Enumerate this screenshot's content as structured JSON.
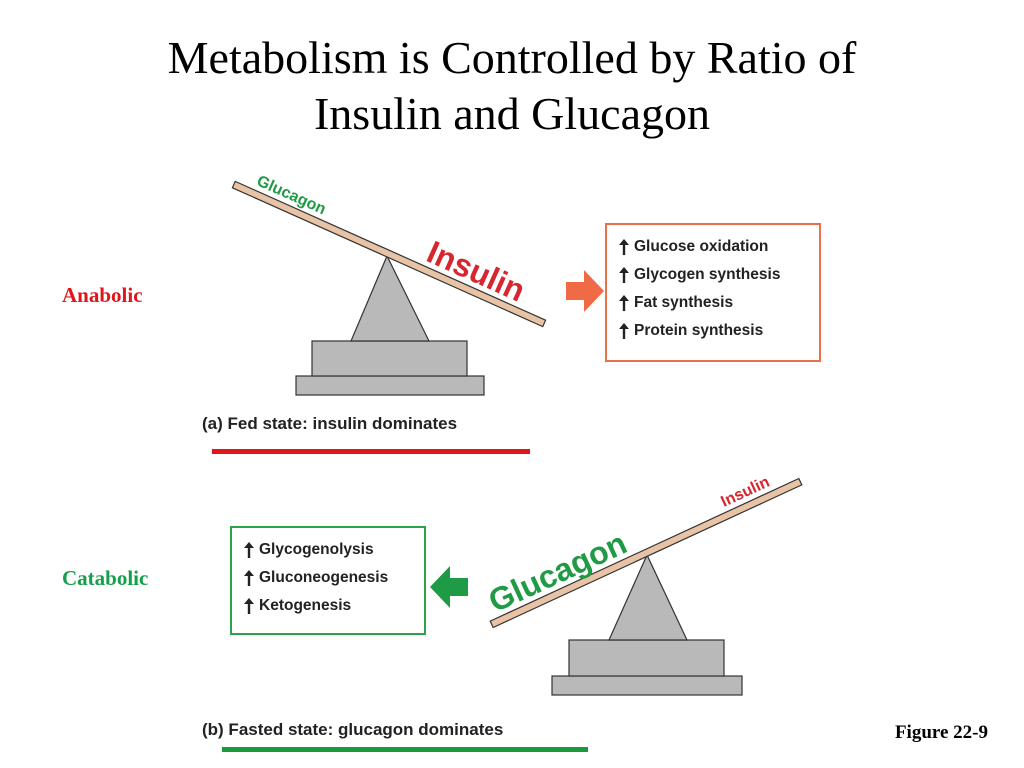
{
  "title": {
    "line1": "Metabolism is Controlled by Ratio of",
    "line2": "Insulin and Glucagon"
  },
  "labels": {
    "anabolic": "Anabolic",
    "catabolic": "Catabolic",
    "figure_ref": "Figure 22-9"
  },
  "panel_a": {
    "caption": "(a) Fed state: insulin dominates",
    "seesaw_light_label": "Glucagon",
    "seesaw_heavy_label": "Insulin",
    "effects": [
      "Glucose oxidation",
      "Glycogen synthesis",
      "Fat synthesis",
      "Protein synthesis"
    ],
    "effect_icon": "up-arrow-icon",
    "box_color": "#e8704a",
    "arrow_color": "#ef6a45",
    "underline_color": "#e0161a"
  },
  "panel_b": {
    "caption": "(b) Fasted state: glucagon dominates",
    "seesaw_light_label": "Insulin",
    "seesaw_heavy_label": "Glucagon",
    "effects": [
      "Glycogenolysis",
      "Gluconeogenesis",
      "Ketogenesis"
    ],
    "effect_icon": "up-arrow-icon",
    "box_color": "#2ea24a",
    "arrow_color": "#1f9a45",
    "underline_color": "#1a9a3c"
  },
  "colors": {
    "anabolic_label": "#e0161a",
    "catabolic_label": "#14a04a",
    "glucagon_text": "#1f9a45",
    "insulin_text": "#d8262e",
    "beam_fill": "#e8c3a6",
    "fulcrum_fill": "#b9b9b9"
  }
}
